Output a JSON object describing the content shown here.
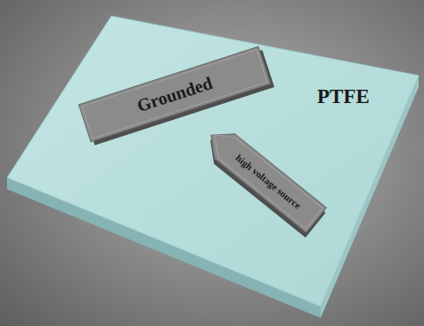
{
  "diagram": {
    "nodes": [
      {
        "text": [
          "PTFE"
        ]
      },
      {
        "text": [
          "Grounded"
        ],
        "in": 0
      },
      {
        "text": [
          "high voltage source"
        ],
        "in": 0
      }
    ]
  }
}
